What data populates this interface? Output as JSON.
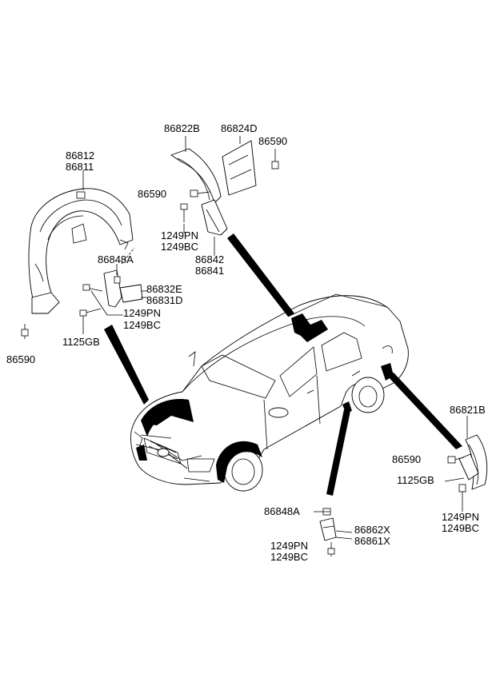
{
  "labels": {
    "lbl_86812": "86812",
    "lbl_86811": "86811",
    "lbl_86590_fl": "86590",
    "lbl_86848a_fl": "86848A",
    "lbl_86832e": "86832E",
    "lbl_86831d": "86831D",
    "lbl_1249pn_fl": "1249PN",
    "lbl_1249bc_fl": "1249BC",
    "lbl_1125gb_fl": "1125GB",
    "lbl_86822b": "86822B",
    "lbl_86824d": "86824D",
    "lbl_86590_top": "86590",
    "lbl_86590_mid": "86590",
    "lbl_1249pn_top": "1249PN",
    "lbl_1249bc_top": "1249BC",
    "lbl_86842": "86842",
    "lbl_86841": "86841",
    "lbl_86821b": "86821B",
    "lbl_86590_r": "86590",
    "lbl_1125gb_r": "1125GB",
    "lbl_1249pn_r": "1249PN",
    "lbl_1249bc_r": "1249BC",
    "lbl_86848a_b": "86848A",
    "lbl_86862x": "86862X",
    "lbl_86861x": "86861X",
    "lbl_1249pn_b": "1249PN",
    "lbl_1249bc_b": "1249BC"
  }
}
